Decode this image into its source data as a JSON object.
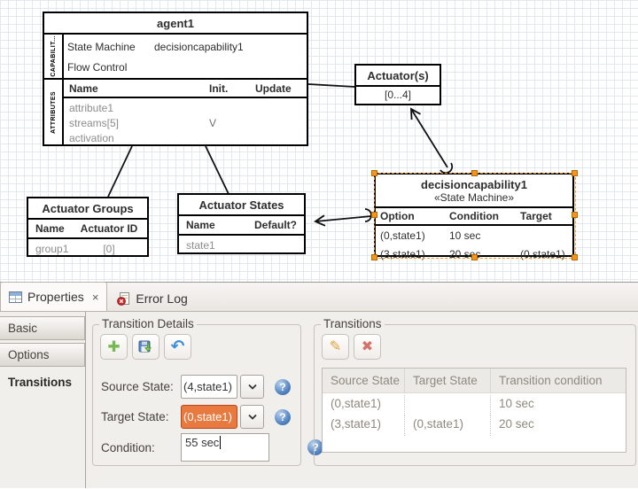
{
  "colors": {
    "selection_orange": "#f7941e",
    "highlight_orange": "#e87a40",
    "help_blue": "#4d7dbb"
  },
  "canvas": {
    "agent1": {
      "title": "agent1",
      "capability_label": "CAPABILIT...",
      "attributes_label": "ATTRIBUTES",
      "capabilities": [
        {
          "name": "State Machine",
          "value": "decisioncapability1"
        },
        {
          "name": "Flow Control",
          "value": ""
        }
      ],
      "attr_headers": {
        "name": "Name",
        "init": "Init.",
        "update": "Update"
      },
      "attributes": [
        {
          "name": "attribute1",
          "init": "",
          "update": ""
        },
        {
          "name": "streams[5]",
          "init": "V",
          "update": ""
        },
        {
          "name": "activation",
          "init": "",
          "update": ""
        }
      ]
    },
    "actuators": {
      "title": "Actuator(s)",
      "body": "[0...4]"
    },
    "actuator_groups": {
      "title": "Actuator Groups",
      "headers": {
        "name": "Name",
        "id": "Actuator ID"
      },
      "rows": [
        {
          "name": "group1",
          "id": "[0]"
        }
      ]
    },
    "actuator_states": {
      "title": "Actuator States",
      "headers": {
        "name": "Name",
        "default": "Default?"
      },
      "rows": [
        {
          "name": "state1",
          "default": ""
        }
      ]
    },
    "decisioncapability": {
      "title": "decisioncapability1",
      "stereotype": "«State Machine»",
      "headers": {
        "option": "Option",
        "condition": "Condition",
        "target": "Target"
      },
      "rows": [
        {
          "option": "(0,state1)",
          "condition": "10 sec",
          "target": ""
        },
        {
          "option": "(3,state1)",
          "condition": "20 sec",
          "target": "(0,state1)"
        }
      ]
    }
  },
  "panel": {
    "tabs": {
      "properties": "Properties",
      "error_log": "Error Log"
    },
    "sidebar": {
      "basic": "Basic",
      "options": "Options",
      "transitions": "Transitions"
    },
    "details": {
      "title": "Transition Details",
      "source_label": "Source State:",
      "source_value": "(4,state1)",
      "target_label": "Target State:",
      "target_value": "(0,state1)",
      "condition_label": "Condition:",
      "condition_value": "55 sec",
      "help_label": "?"
    },
    "transitions": {
      "title": "Transitions",
      "headers": {
        "source": "Source State",
        "target": "Target State",
        "condition": "Transition condition"
      },
      "rows": [
        {
          "source": "(0,state1)",
          "target": "",
          "condition": "10 sec"
        },
        {
          "source": "(3,state1)",
          "target": "(0,state1)",
          "condition": "20 sec"
        }
      ]
    }
  }
}
